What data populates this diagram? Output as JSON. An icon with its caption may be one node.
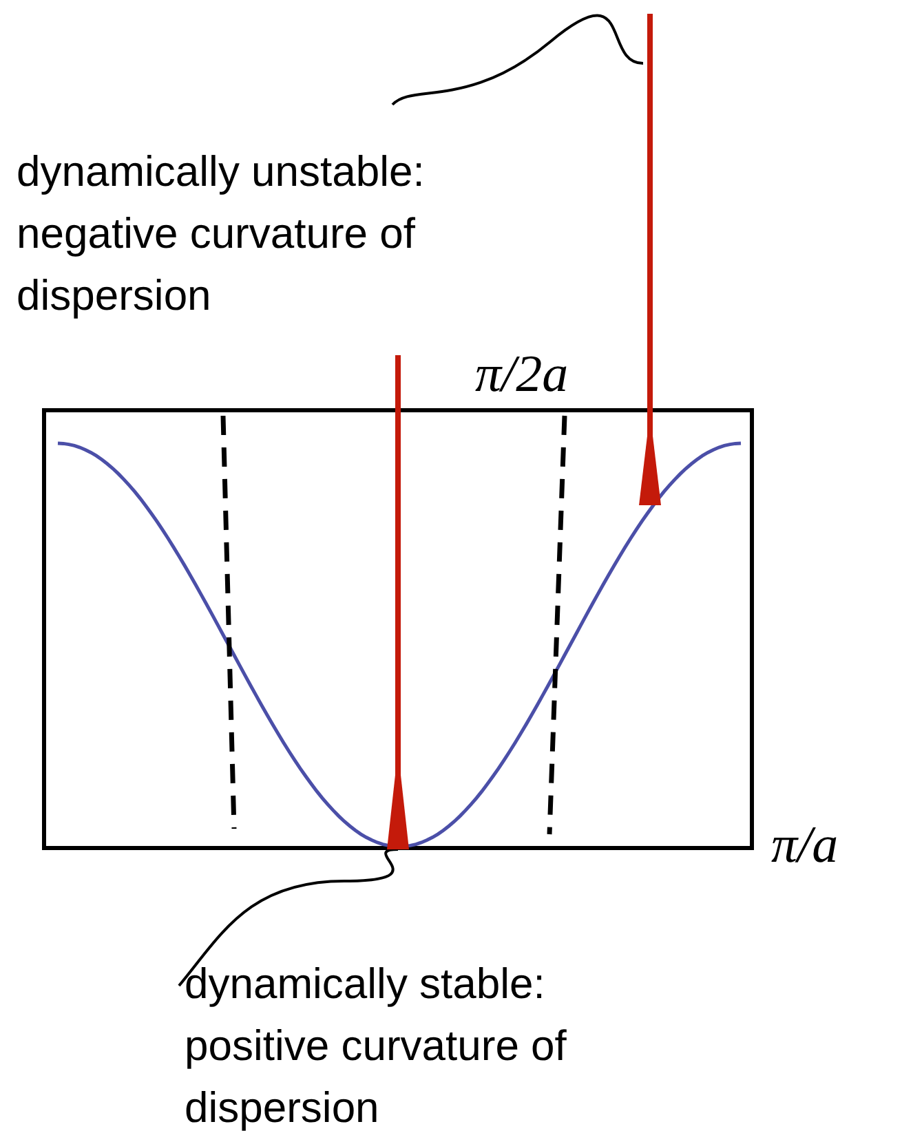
{
  "diagram": {
    "nodes": [
      {
        "text": [
          "dynamically unstable: negative curvature of dispersion"
        ]
      },
      {
        "text": [
          "dynamically stable: positive curvature of dispersion"
        ]
      },
      {
        "text": [],
        "shape": "bar"
      },
      {
        "text": [],
        "shape": "bar"
      }
    ],
    "edges": [
      {
        "from": 0,
        "to": 3,
        "arrow": "none"
      },
      {
        "from": 1,
        "to": 2,
        "arrow": "none"
      }
    ],
    "labels": [
      "π/2a",
      "π/a"
    ]
  }
}
